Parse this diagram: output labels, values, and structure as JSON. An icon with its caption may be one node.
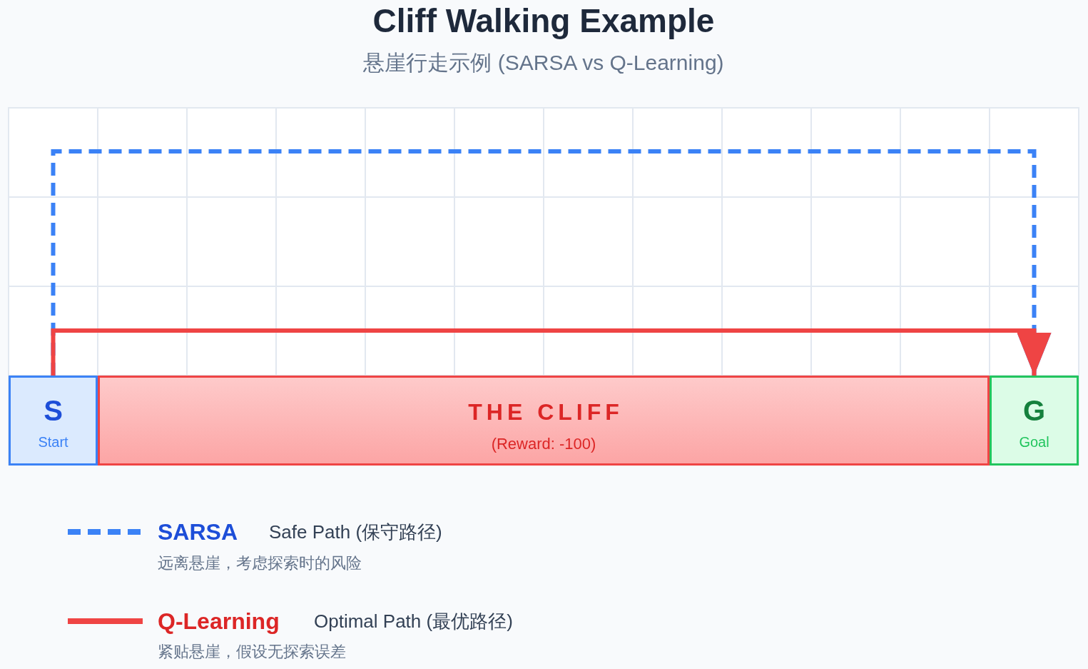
{
  "diagram": {
    "title": "Cliff Walking Example",
    "nodes": [
      {
        "text": [
          "S",
          "Start"
        ]
      },
      {
        "text": [
          "THE CLIFF",
          "(Reward: -100)"
        ]
      },
      {
        "text": [
          "G",
          "Goal"
        ]
      }
    ],
    "edges": [
      {
        "from": 0,
        "to": 2,
        "arrow": "to",
        "style": "dashed",
        "color": "#3b82f6"
      },
      {
        "from": 0,
        "to": 2,
        "arrow": "to",
        "color": "#ef4444"
      }
    ],
    "labels": [
      "悬崖行走示例 (SARSA vs Q-Learning)",
      "Safe Path (保守路径)",
      "远离悬崖，考虑探索时的风险",
      "Optimal Path (最优路径)",
      "紧贴悬崖，假设无探索误差"
    ],
    "legend": [
      {
        "text": "SARSA"
      },
      {
        "text": "Q-Learning"
      }
    ]
  }
}
